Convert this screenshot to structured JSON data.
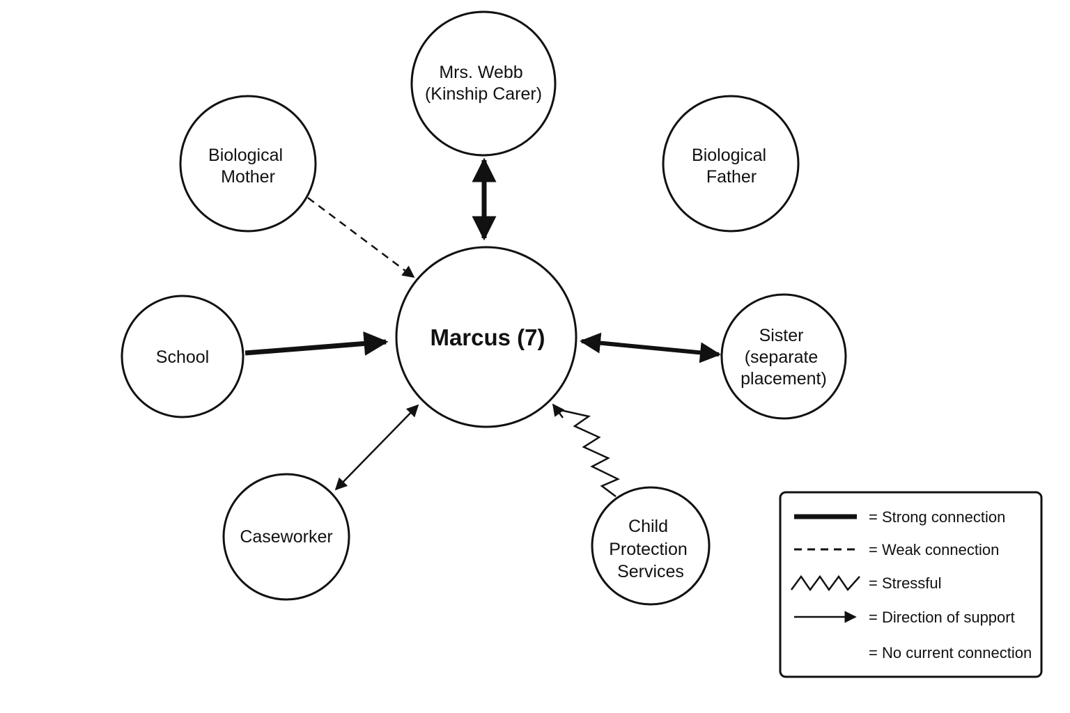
{
  "nodes": {
    "center": {
      "label": "Marcus (7)"
    },
    "kinship_carer": {
      "lines": [
        "Mrs. Webb",
        "(Kinship Carer)"
      ]
    },
    "biological_mother": {
      "lines": [
        "Biological",
        "Mother"
      ]
    },
    "biological_father": {
      "lines": [
        "Biological",
        "Father"
      ]
    },
    "school": {
      "lines": [
        "School"
      ]
    },
    "sister": {
      "lines": [
        "Sister",
        "(separate",
        "placement)"
      ]
    },
    "caseworker": {
      "lines": [
        "Caseworker"
      ]
    },
    "child_protection": {
      "lines": [
        "Child",
        "Protection",
        "Services"
      ]
    }
  },
  "connections": [
    {
      "from": "kinship_carer",
      "to": "center",
      "type": "strong",
      "direction": "both"
    },
    {
      "from": "biological_mother",
      "to": "center",
      "type": "weak",
      "direction": "to-center"
    },
    {
      "from": "school",
      "to": "center",
      "type": "strong",
      "direction": "to-center"
    },
    {
      "from": "sister",
      "to": "center",
      "type": "strong",
      "direction": "both"
    },
    {
      "from": "caseworker",
      "to": "center",
      "type": "normal",
      "direction": "both"
    },
    {
      "from": "child_protection",
      "to": "center",
      "type": "stressful",
      "direction": "to-center"
    }
  ],
  "legend": {
    "strong": "= Strong connection",
    "weak": "= Weak connection",
    "stressful": "= Stressful",
    "direction": "= Direction of support",
    "none": "= No current connection"
  },
  "colors": {
    "ink": "#111111",
    "background": "#ffffff"
  }
}
